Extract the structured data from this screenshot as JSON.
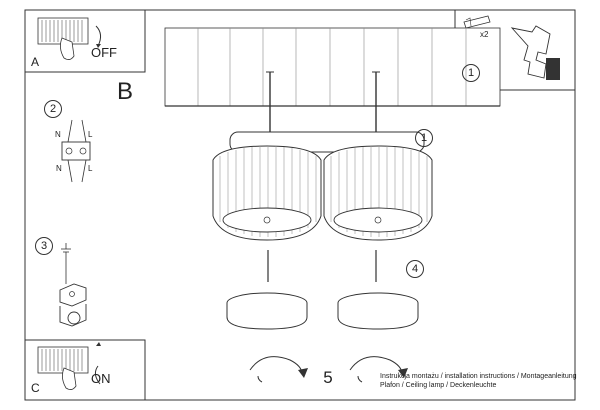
{
  "panels": {
    "a": {
      "letter": "A",
      "action": "OFF"
    },
    "c": {
      "letter": "C",
      "action": "ON"
    },
    "b_letter": "B"
  },
  "steps": {
    "s1_tools": "1",
    "s1_main": "1",
    "s2": "2",
    "s3": "3",
    "s4": "4",
    "s5": "5"
  },
  "tools": {
    "quantity": "x2"
  },
  "wire_labels": {
    "n_left": "N",
    "l_left": "L",
    "n_bottom": "N",
    "l_bottom": "L"
  },
  "footer": {
    "line1": "Instrukcja montażu / installation instructions / Montageanleitung",
    "line2": "Plafon / Ceiling lamp / Deckenleuchte"
  }
}
